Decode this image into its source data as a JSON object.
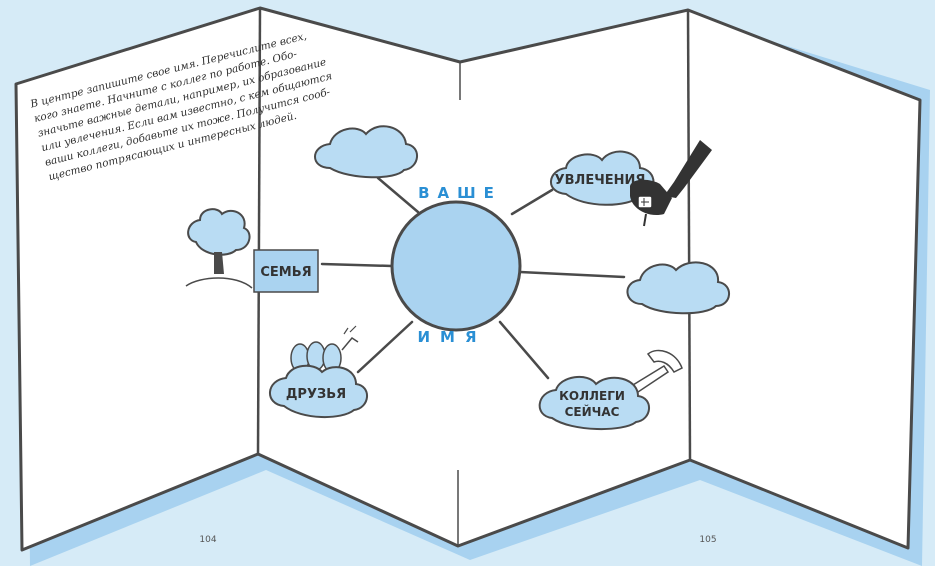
{
  "instructions": [
    "В центре запишите свое имя. Перечислите всех,",
    "кого знаете. Начните с коллег по работе. Обо-",
    "значьте важные детали, например, их образование",
    "или увлечения. Если вам известно, с кем общаются",
    "ваши коллеги, добавьте их тоже. Получится сооб-",
    "щество потрясающих и интересных людей."
  ],
  "center": {
    "top": "ВАШЕ",
    "bottom": "ИМЯ"
  },
  "labels": {
    "hobbies": "УВЛЕЧЕНИЯ",
    "family": "СЕМЬЯ",
    "friends": "ДРУЗЬЯ",
    "colleagues_line1": "КОЛЛЕГИ",
    "colleagues_line2": "СЕЙЧАС"
  },
  "pages": {
    "left": "104",
    "right": "105"
  },
  "colors": {
    "background": "#d6ebf7",
    "cloud": "#b9dcf3",
    "center_circle": "#aad3f0",
    "accent_text": "#2a8fd4",
    "outline": "#4a4a4a",
    "paper": "#ffffff"
  }
}
